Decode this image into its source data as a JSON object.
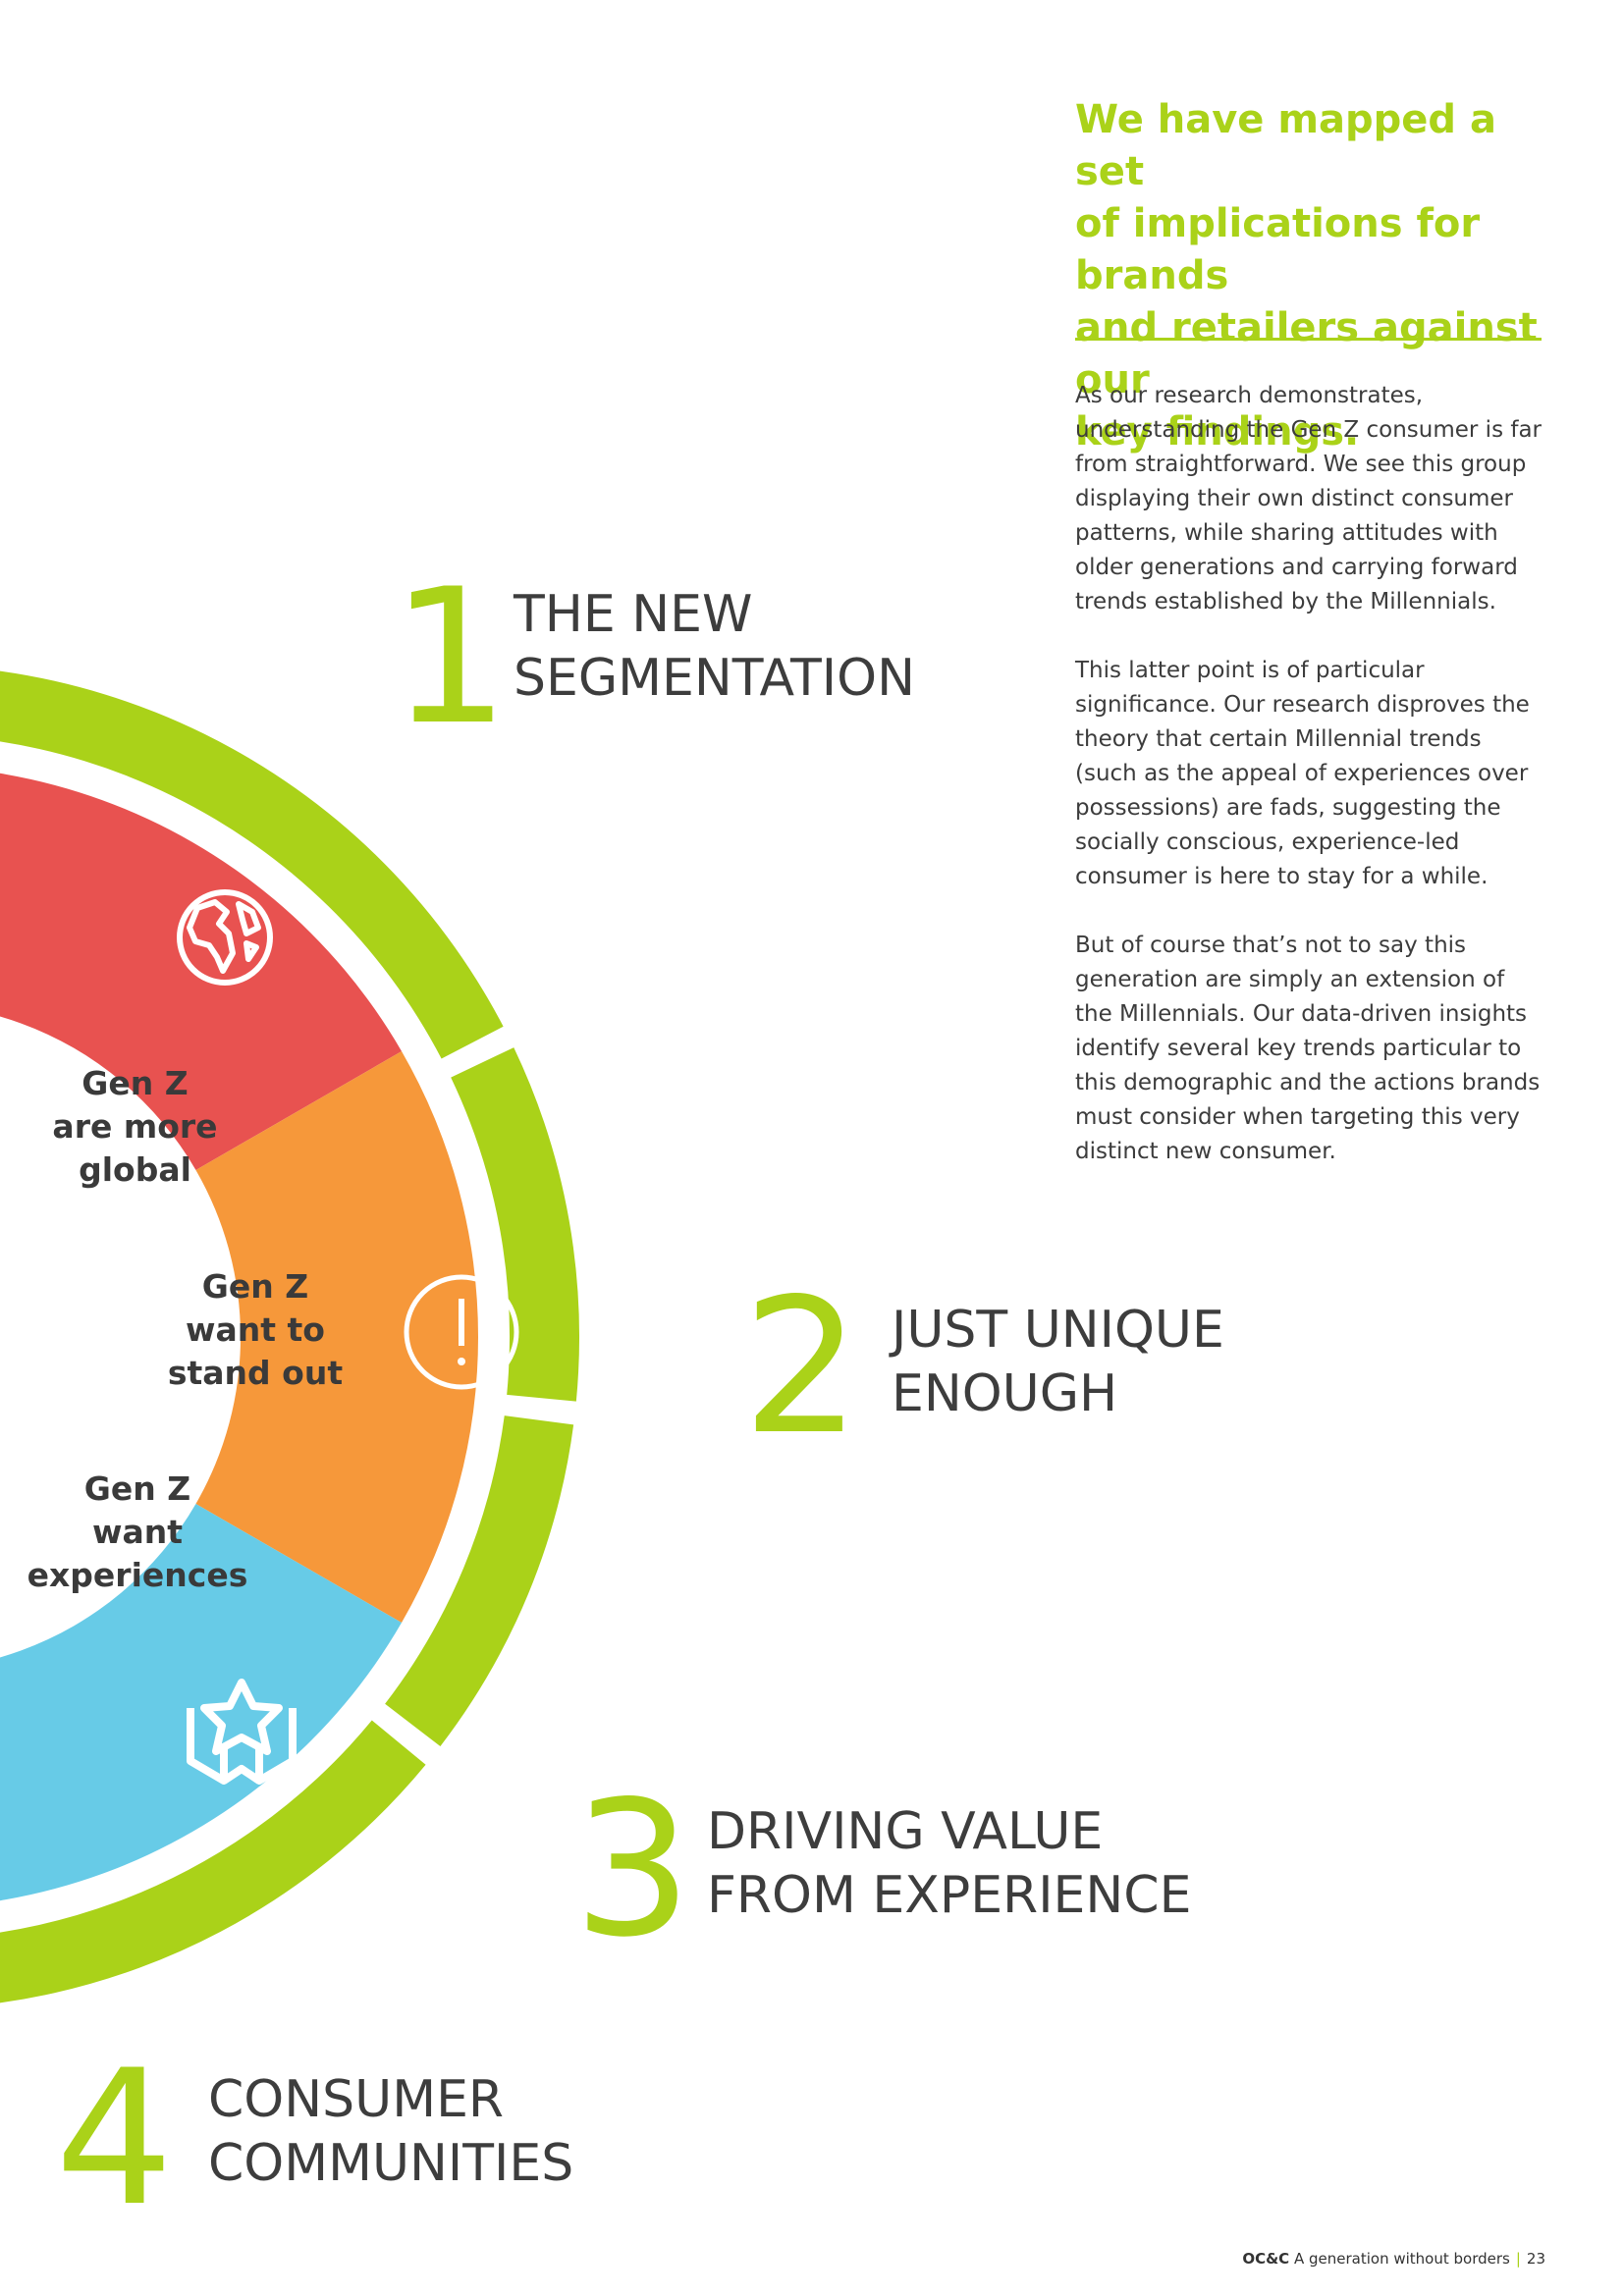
{
  "headline": [
    "We have mapped a set",
    "of implications for brands",
    "and retailers against our",
    "key findings."
  ],
  "body_paragraphs": [
    "As our research demonstrates, understanding the Gen Z consumer is far from straightforward. We see this group displaying their own distinct consumer patterns, while sharing attitudes with older generations and carrying forward trends established by the Millennials.",
    "This latter point is of particular significance. Our research disproves the theory that certain Millennial trends (such as the appeal of experiences over possessions) are fads, suggesting the socially conscious, experience-led consumer is here to stay for a while.",
    "But of course that’s not to say this generation are simply an extension of the Millennials. Our data-driven insights identify several key trends particular to this demographic and the actions brands must consider when targeting this very distinct new consumer."
  ],
  "findings": [
    {
      "number": "1",
      "lines": [
        "THE NEW",
        "SEGMENTATION"
      ]
    },
    {
      "number": "2",
      "lines": [
        "JUST UNIQUE",
        "ENOUGH"
      ]
    },
    {
      "number": "3",
      "lines": [
        "DRIVING VALUE",
        "FROM EXPERIENCE"
      ]
    },
    {
      "number": "4",
      "lines": [
        "CONSUMER",
        "COMMUNITIES"
      ]
    }
  ],
  "segments": [
    {
      "lines": [
        "Gen Z",
        "are more",
        "global"
      ],
      "icon": "globe-icon",
      "color": "#e85250"
    },
    {
      "lines": [
        "Gen Z",
        "want to",
        "stand out"
      ],
      "icon": "exclamation-icon",
      "color": "#f6983a"
    },
    {
      "lines": [
        "Gen Z",
        "want",
        "experiences"
      ],
      "icon": "star-box-icon",
      "color": "#67cbe7"
    }
  ],
  "colors": {
    "accent": "#aad219",
    "red": "#e85250",
    "orange": "#f6983a",
    "blue": "#67cbe7"
  },
  "footer": {
    "brand": "OC&C",
    "title": "A generation without borders",
    "page": "23"
  }
}
